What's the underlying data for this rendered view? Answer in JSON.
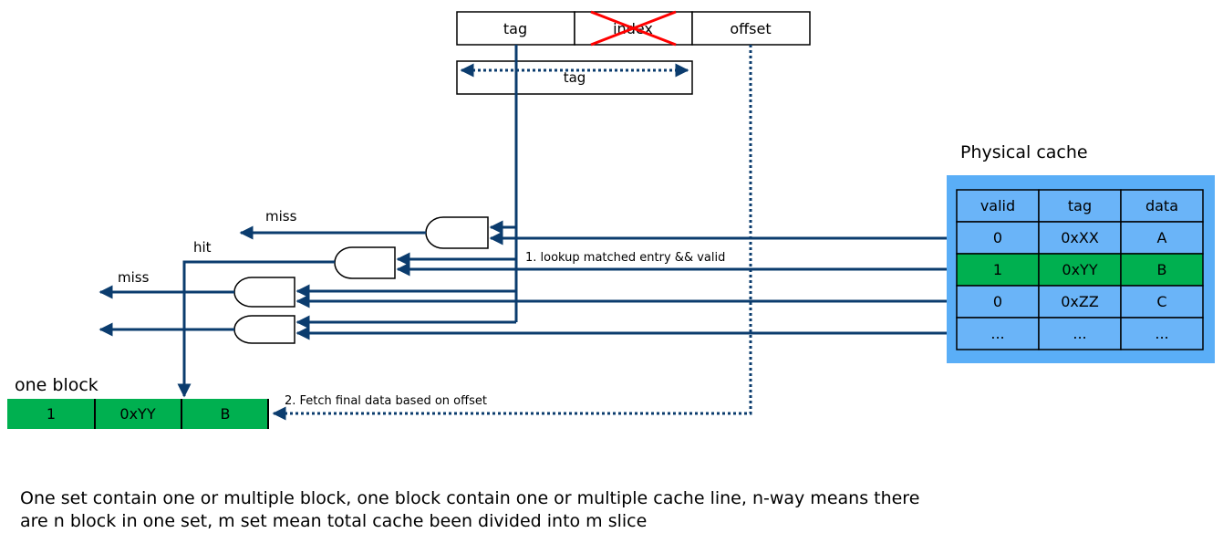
{
  "address": {
    "tag": "tag",
    "index": "index",
    "offset": "offset"
  },
  "tag_span_label": "tag",
  "cache": {
    "title": "Physical cache",
    "headers": [
      "valid",
      "tag",
      "data"
    ],
    "rows": [
      [
        "0",
        "0xXX",
        "A"
      ],
      [
        "1",
        "0xYY",
        "B"
      ],
      [
        "0",
        "0xZZ",
        "C"
      ],
      [
        "...",
        "...",
        "..."
      ]
    ],
    "highlight_row": 1
  },
  "labels": {
    "miss_top": "miss",
    "hit": "hit",
    "miss_mid": "miss",
    "lookup": "1. lookup matched entry && valid",
    "fetch": "2. Fetch final data based on offset"
  },
  "block": {
    "title": "one block",
    "cells": [
      "1",
      "0xYY",
      "B"
    ]
  },
  "caption": "One set contain one or multiple block, one block contain one or multiple cache line, n-way means there are n block in one set, m set mean total cache been divided into m slice",
  "colors": {
    "arrow": "#0b3c6e",
    "cache_bg": "#5aaef7",
    "cell_bg": "#6ab4f8",
    "hit_green": "#00b050",
    "cross": "#ff0000"
  }
}
